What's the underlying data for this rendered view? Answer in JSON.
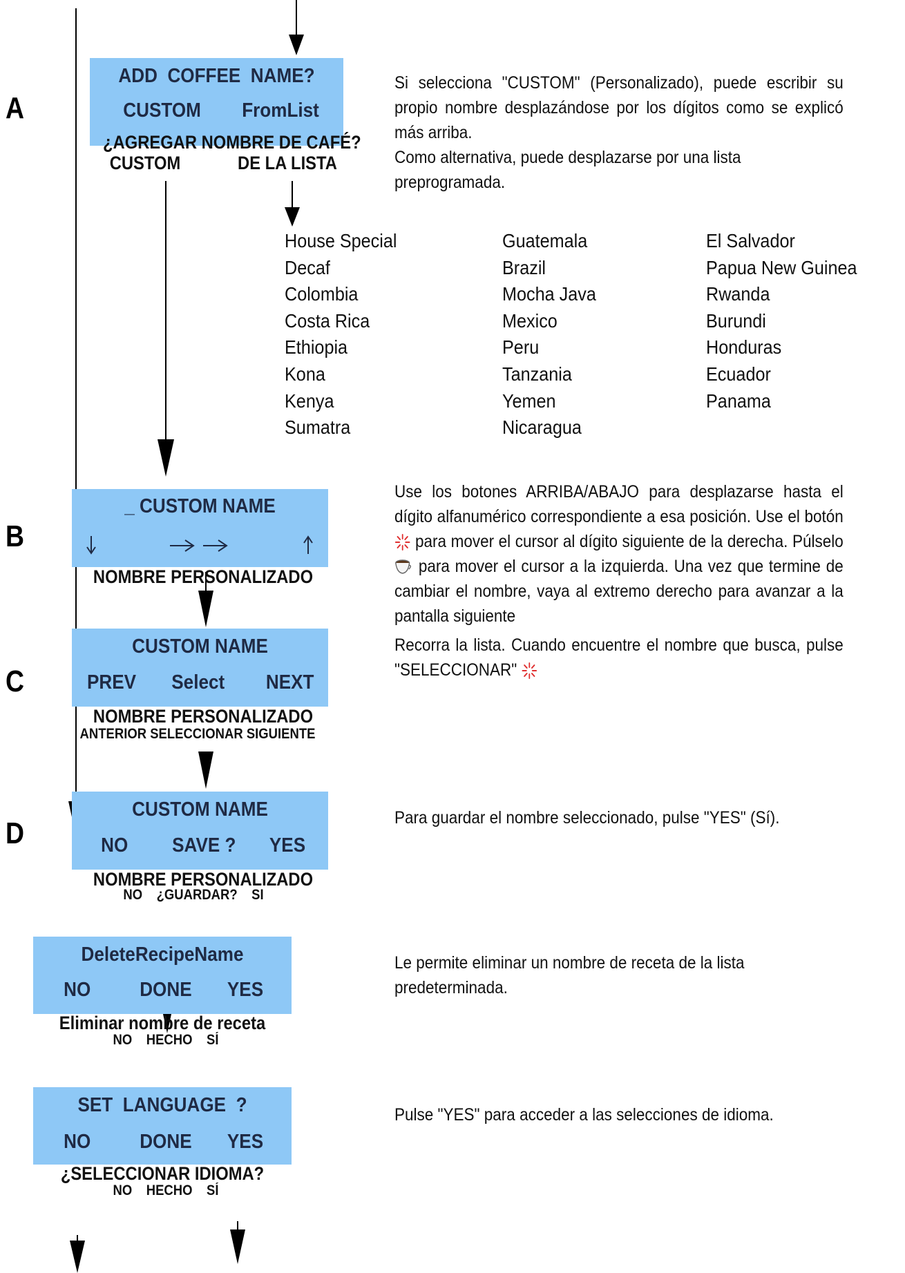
{
  "steps": {
    "a": "A",
    "b": "B",
    "c": "C",
    "d": "D"
  },
  "screens": {
    "add_coffee": {
      "line1": "ADD  COFFEE  NAME?",
      "left": "CUSTOM",
      "right": "FromList",
      "caption1": "¿AGREGAR NOMBRE DE CAFÉ?",
      "caption2_left": "CUSTOM",
      "caption2_right": "DE LA LISTA"
    },
    "custom_entry": {
      "line1": "_ CUSTOM NAME",
      "caption1": "NOMBRE PERSONALIZADO"
    },
    "custom_browse": {
      "line1": "CUSTOM NAME",
      "prev": "PREV",
      "select": "Select",
      "next": "NEXT",
      "caption1": "NOMBRE PERSONALIZADO",
      "caption2": "ANTERIOR  SELECCIONAR  SIGUIENTE"
    },
    "custom_save": {
      "line1": "CUSTOM NAME",
      "no": "NO",
      "save": "SAVE  ?",
      "yes": "YES",
      "caption1": "NOMBRE PERSONALIZADO",
      "caption2": "NO    ¿GUARDAR?    SI"
    },
    "delete_recipe": {
      "line1": "DeleteRecipeName",
      "no": "NO",
      "done": "DONE",
      "yes": "YES",
      "caption1": "Eliminar nombre de receta",
      "caption2": "NO    HECHO    SÍ"
    },
    "set_language": {
      "line1": "SET  LANGUAGE  ?",
      "no": "NO",
      "done": "DONE",
      "yes": "YES",
      "caption1": "¿SELECCIONAR IDIOMA?",
      "caption2": "NO    HECHO    SÍ"
    }
  },
  "notes": {
    "a1": "Si selecciona \"CUSTOM\" (Personalizado), puede escribir su propio nombre desplazándose por los dígitos como se explicó más arriba.",
    "a2": "Como alternativa, puede desplazarse por una lista preprogramada.",
    "b_part1": "Use los botones ARRIBA/ABAJO para desplazarse hasta el dígito alfanumérico correspondiente a esa posición. Use el botón",
    "b_part2": "para mover el cursor al dígito siguiente de la derecha. Púlselo",
    "b_part3": "para mover el cursor a la izquierda. Una vez que termine de cambiar el nombre, vaya al extremo derecho para avanzar a la pantalla siguiente",
    "c": "Recorra la lista. Cuando encuentre el nombre que busca, pulse \"SELECCIONAR\"",
    "d": "Para guardar el nombre seleccionado, pulse \"YES\" (Sí).",
    "delete": "Le permite eliminar un nombre de receta de la lista predeterminada.",
    "language": "Pulse \"YES\" para acceder a las selecciones de idioma."
  },
  "coffee_list": {
    "col1": [
      "House Special",
      "Decaf",
      "Colombia",
      "Costa Rica",
      "Ethiopia",
      "Kona",
      "Kenya",
      "Sumatra"
    ],
    "col2": [
      "Guatemala",
      "Brazil",
      "Mocha Java",
      "Mexico",
      "Peru",
      "Tanzania",
      "Yemen",
      "Nicaragua"
    ],
    "col3": [
      "El Salvador",
      "Papua New Guinea",
      "Rwanda",
      "Burundi",
      "Honduras",
      "Ecuador",
      "Panama"
    ]
  },
  "icons": {
    "brew_strength": "sparkle-icon",
    "cup": "coffee-cup-icon",
    "down_arrow": "down-arrow-icon",
    "right_arrows": "right-arrows-icon",
    "up_arrow": "up-arrow-icon"
  },
  "colors": {
    "lcd_background": "#8ec8f6",
    "lcd_text": "#1f2a44",
    "sparkle": "#e03030"
  }
}
